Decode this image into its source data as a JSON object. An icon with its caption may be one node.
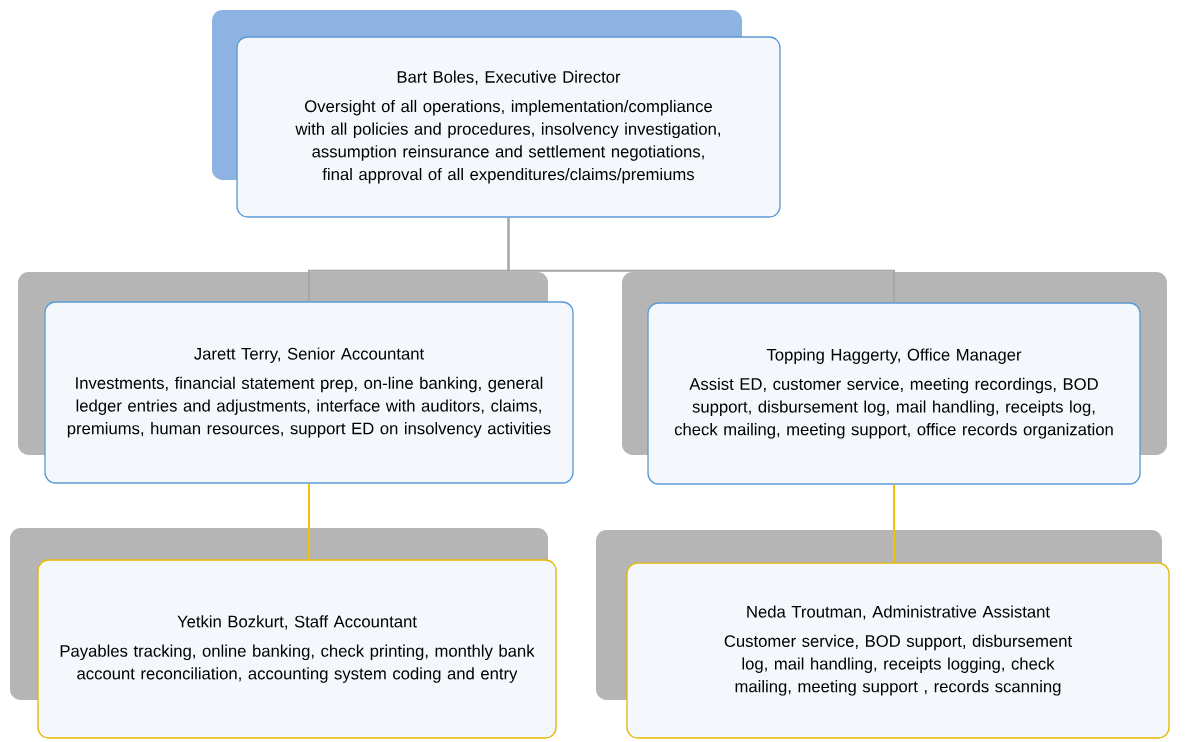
{
  "diagram": {
    "nodes": [
      {
        "text": [
          "Bart Boles, Executive Director",
          "Oversight of all operations, implementation/compliance with all policies and procedures, insolvency investigation, assumption reinsurance and settlement negotiations, final approval of all expenditures/claims/premiums"
        ]
      },
      {
        "text": [
          "Jarett Terry, Senior Accountant",
          "Investments, financial statement prep, on-line banking, general ledger entries and adjustments, interface with auditors, claims, premiums, human resources, support ED on insolvency activities"
        ]
      },
      {
        "text": [
          "Topping Haggerty, Office Manager",
          "Assist ED, customer service, meeting recordings, BOD support, disbursement log, mail handling, receipts log, check mailing, meeting support, office records organization"
        ]
      },
      {
        "text": [
          "Yetkin Bozkurt, Staff Accountant",
          "Payables tracking, online banking, check printing, monthly bank account reconciliation, accounting system coding and entry"
        ]
      },
      {
        "text": [
          "Neda Troutman, Administrative Assistant",
          "Customer service, BOD support, disbursement log, mail handling, receipts logging, check mailing, meeting support , records scanning"
        ]
      }
    ],
    "edges": [
      {
        "from": 0,
        "to": 1,
        "arrow": "none",
        "color": "#a6a6a6"
      },
      {
        "from": 0,
        "to": 2,
        "arrow": "none",
        "color": "#a6a6a6"
      },
      {
        "from": 1,
        "to": 3,
        "arrow": "none",
        "color": "#f2c200"
      },
      {
        "from": 2,
        "to": 4,
        "arrow": "none",
        "color": "#f2c200"
      }
    ]
  }
}
